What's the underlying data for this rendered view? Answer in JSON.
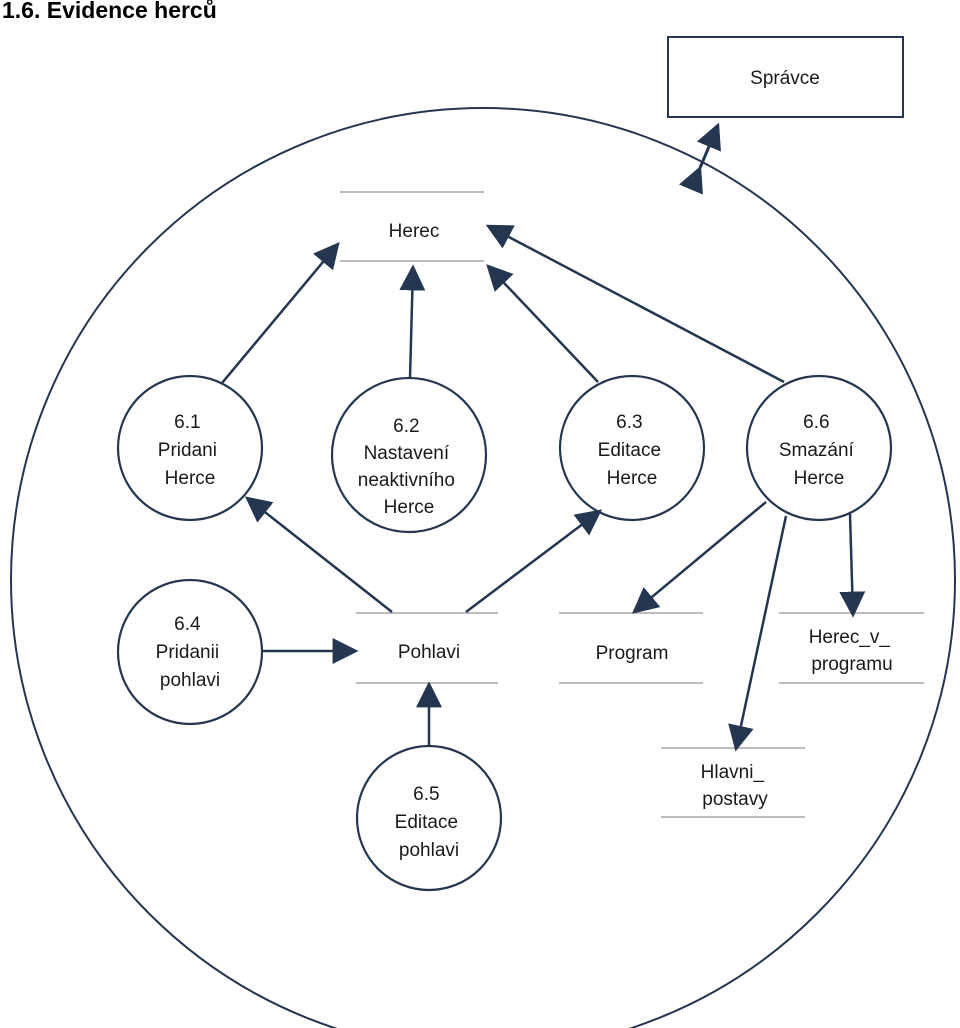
{
  "title": "1.6. Evidence herců",
  "colors": {
    "line": "#243650",
    "store_line": "#a6a6a6",
    "text": "#1a1a1a"
  },
  "external": {
    "label": "Správce"
  },
  "stores": {
    "herec": [
      "Herec"
    ],
    "pohlavi": [
      "Pohlavi"
    ],
    "program": [
      "Program"
    ],
    "herec_v_programu": [
      "Herec_v_",
      "programu"
    ],
    "hlavni_postavy": [
      "Hlavni_",
      "postavy"
    ]
  },
  "processes": {
    "p61": [
      "6.1",
      "Pridani",
      "Herce"
    ],
    "p62": [
      "6.2",
      "Nastavení",
      "neaktivního",
      "Herce"
    ],
    "p63": [
      "6.3",
      "Editace",
      "Herce"
    ],
    "p64": [
      "6.4",
      "Pridanii",
      "pohlavi"
    ],
    "p65": [
      "6.5",
      "Editace",
      "pohlavi"
    ],
    "p66": [
      "6.6",
      "Smazání",
      "Herce"
    ]
  }
}
